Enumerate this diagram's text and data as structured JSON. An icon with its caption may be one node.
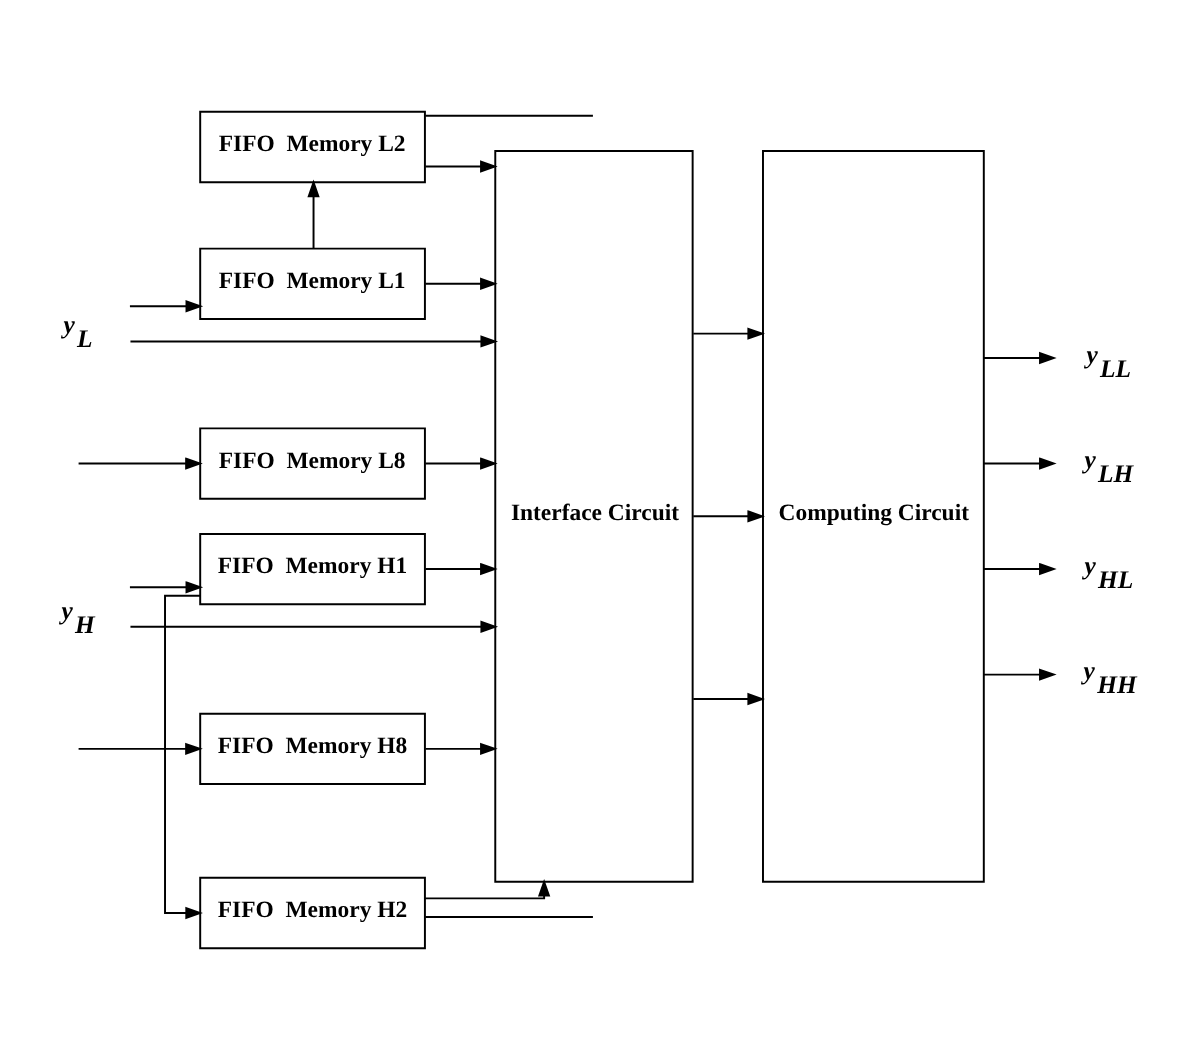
{
  "diagram": {
    "nodes": [
      {
        "text": [
          "y$_{L}$"
        ]
      },
      {
        "text": [
          "FIFO  Memory L1"
        ]
      },
      {
        "text": [
          "FIFO  Memory L2"
        ]
      },
      {
        "text": [
          "FIFO  Memory L8"
        ]
      },
      {
        "text": [
          "y$_{H}$"
        ]
      },
      {
        "text": [
          "FIFO  Memory H1"
        ]
      },
      {
        "text": [
          "FIFO  Memory H2"
        ]
      },
      {
        "text": [
          "FIFO  Memory H8"
        ]
      },
      {
        "text": [
          "Interface Circuit"
        ]
      },
      {
        "text": [
          "Computing Circuit"
        ]
      },
      {
        "text": [
          "y$_{LL}$"
        ]
      },
      {
        "text": [
          "y$_{LH}$"
        ]
      },
      {
        "text": [
          "y$_{HL}$"
        ]
      },
      {
        "text": [
          "y$_{HH}$"
        ]
      }
    ],
    "edges": [
      {
        "from": 0,
        "to": 8,
        "arrow": "to"
      },
      {
        "from": 0,
        "to": 1,
        "arrow": "to"
      },
      {
        "from": 1,
        "to": 8,
        "arrow": "to"
      },
      {
        "from": 1,
        "to": 2,
        "arrow": "to"
      },
      {
        "from": 2,
        "to": 8,
        "arrow": "to"
      },
      {
        "from": 2,
        "to": null,
        "arrow": "none"
      },
      {
        "from": null,
        "to": 3,
        "arrow": "to"
      },
      {
        "from": 3,
        "to": 8,
        "arrow": "to"
      },
      {
        "from": 4,
        "to": 8,
        "arrow": "to"
      },
      {
        "from": 4,
        "to": 5,
        "arrow": "to"
      },
      {
        "from": 5,
        "to": 8,
        "arrow": "to"
      },
      {
        "from": 5,
        "to": 6,
        "arrow": "to"
      },
      {
        "from": 6,
        "to": 8,
        "arrow": "to"
      },
      {
        "from": 6,
        "to": null,
        "arrow": "none"
      },
      {
        "from": null,
        "to": 7,
        "arrow": "to"
      },
      {
        "from": 7,
        "to": 8,
        "arrow": "to"
      },
      {
        "from": 8,
        "to": 9,
        "arrow": "to"
      },
      {
        "from": 8,
        "to": 9,
        "arrow": "to"
      },
      {
        "from": 8,
        "to": 9,
        "arrow": "to"
      },
      {
        "from": 9,
        "to": 10,
        "arrow": "to"
      },
      {
        "from": 9,
        "to": 11,
        "arrow": "to"
      },
      {
        "from": 9,
        "to": 12,
        "arrow": "to"
      },
      {
        "from": 9,
        "to": 13,
        "arrow": "to"
      }
    ]
  }
}
